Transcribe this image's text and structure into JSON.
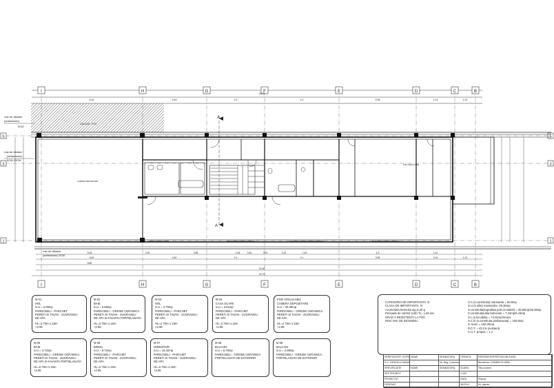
{
  "grid_labels_top": [
    "I",
    "H",
    "G",
    "F",
    "E",
    "D",
    "C",
    "B"
  ],
  "grid_labels_left": [
    "5",
    "3",
    "1"
  ],
  "dims_top_row1": [
    "5.44",
    "3.49",
    "3.1",
    "3.1",
    "3.95",
    "2.14",
    "1.21"
  ],
  "dims_top_overall": "23.72",
  "dims_bottom_row1": [
    "5.18",
    "0.29",
    "3.98",
    "1.05",
    "0.40",
    "3.02",
    "1.43",
    "1.43",
    "4.2",
    "1.01"
  ],
  "dims_bottom_row2": [
    "5.49",
    "3.49",
    "3.1",
    "3.1",
    "3.95",
    "2.14",
    "1.21"
  ],
  "dims_bottom_row3": [
    "5.89",
    "22.48"
  ],
  "dims_bottom_overall": "23.72",
  "joint_labels": [
    {
      "lines": [
        "rost de dilatare",
        "(antiseismic)",
        "5CM"
      ]
    },
    {
      "lines": [
        "rost de dilatare",
        "(antiseismic)",
        "5CM-23CM"
      ]
    },
    {
      "lines": [
        "rost de dilatare",
        "(antiseismic) 5CM"
      ]
    }
  ],
  "section_marker": "A",
  "hatched_label": "CALCAN - P+N",
  "room_label_left": "POD CIRCULABIL",
  "rooms": [
    {
      "code": "M 01",
      "name": "HOL",
      "area": "S.U = 2.08mp",
      "finish": [
        "PARDOSELI - PARCHET",
        "PERETI SI TAVAN - ZUGRAVELI",
        "DE APA"
      ],
      "height": [
        "HL=2.75m-1.15m",
        "+2.95"
      ]
    },
    {
      "code": "M 02",
      "name": "BAIE",
      "area": "S.U = 5.66mp",
      "finish": [
        "PARDOSELI - GRESIE CERAMICA",
        "PERETI SI TAVAN - ZUGRAVELI",
        "DE APA SI FAIANTA PORTELANATA"
      ],
      "height": [
        "HL=2.75m-1.15m",
        "+2.95"
      ]
    },
    {
      "code": "M 03",
      "name": "HOL",
      "area": "S.U = 4.79mp",
      "finish": [
        "PARDOSELI - PARCHET",
        "PERETI SI TAVAN - ZUGRAVELI",
        "DE APA"
      ],
      "height": [
        "HL=2.75m-1.15m",
        "+2.95"
      ]
    },
    {
      "code": "M 04",
      "name": "CASA SCARII",
      "area": "S.U = 3.61mp",
      "finish": [
        "PARDOSELI - PARCHET",
        "PERETI SI TAVAN - ZUGRAVELI",
        "DE APA"
      ],
      "height": [
        "HL=2.75m-1.15m",
        "+2.95"
      ]
    },
    {
      "code": "POD CIRCULABIL",
      "name": "CAMERA DEPOZITARE",
      "area": "S.U = 29.39mp",
      "finish": [
        "PARDOSELI - GRESIE CERAMICA",
        "PERETI SI TAVAN - ZUGRAVELI",
        "DE APA"
      ],
      "height": [
        "HL=2.75m-1.15m",
        "+2.95"
      ]
    },
    {
      "code": "M 05",
      "name": "BAIE",
      "area": "S.U = 3.72mp",
      "finish": [
        "PARDOSELI - GRESIE CERAMICA",
        "PERETI SI TAVAN - ZUGRAVELI",
        "DE APA SI FAIANTA PORTELANATA"
      ],
      "height": [
        "HL=2.75m-1.15m",
        "+2.95"
      ]
    },
    {
      "code": "M 06",
      "name": "BIROU",
      "area": "S.U = 9.72mp",
      "finish": [
        "PARDOSELI - PARCHET",
        "PERETI SI TAVAN - ZUGRAVELI",
        "DE APA"
      ],
      "height": [
        "HL=2.75m-1.15m",
        "+2.95"
      ]
    },
    {
      "code": "M 07",
      "name": "DORMITOR",
      "area": "S.U = 15.42mp",
      "finish": [
        "PARDOSELI - PARCHET",
        "PERETI SI TAVAN - ZUGRAVELI",
        "DE APA"
      ],
      "height": [
        "HL=2.75m-1.15m",
        "+2.95"
      ]
    },
    {
      "code": "M 08",
      "name": "BALCON",
      "area": "S.U = 6.78mp",
      "finish": [
        "PARDOSELI - GRESIE CERAMICA",
        "PORTELANATA DE EXTERIOR"
      ],
      "height": []
    },
    {
      "code": "M 09",
      "name": "BALCON",
      "area": "S.U = 2.69mp",
      "finish": [
        "PARDOSELI - GRESIE CERAMICA",
        "PORTELANATA DE EXTERIOR"
      ],
      "height": []
    }
  ],
  "info": {
    "left": [
      "CATEGORIA DE IMPORTANTA: D",
      "CLASA DE IMPORTANTA: IV",
      "",
      "Acceleratia terenului ag=0,25 g",
      "Perioada de control (colt) Tc= 1,60 sec",
      "",
      "GRAD 2 REZISTENTA LA FOC",
      "RISC MIC DE INCENDIU"
    ],
    "right": [
      "S.C.(s.construita) mansarda = 60.0mp",
      "S.U.(s.utila) mansarda= 45.36mp",
      "S.construita(suprafata pod circulabil) = 40.60mp/29.39mp",
      "S.construita(utila balcoane = 7.24mp/6.16mp",
      "S.L.(s.locuibila) = 74.91mp/Scara",
      "S.C.D (s.construita desfasurata) = 160.8mp",
      "S. teren = 162.00mp",
      "P.O.T. = 43.1% (existent)",
      "C.U.T. propus = 1.2"
    ]
  },
  "title_block": {
    "rows": [
      [
        "VERIFICATOR / EXPERT",
        "NUME",
        "SEMNATURA",
        "CERINTA",
        "REFERAT/EXPERTIZA NR./DATA"
      ],
      [
        "S.C. DESIGN & MANAGEMENT SERVICES S.R.L.",
        "",
        "Nr. Reg. Comertului / Cod fiscal",
        "",
        "Beneficiar: DOBRIN FLORIN"
      ],
      [
        "SPECIFICATIE",
        "NUME",
        "SEMNATURA",
        "SCARA",
        "Titlu proiect:"
      ],
      [
        "SEF PROIECT",
        "",
        "",
        "1:100",
        ""
      ],
      [
        "PROIECTAT",
        "",
        "",
        "DATA",
        "Plansa:"
      ],
      [
        "DESENAT",
        "",
        "",
        "06/2014",
        "Nr. plansa"
      ]
    ]
  }
}
